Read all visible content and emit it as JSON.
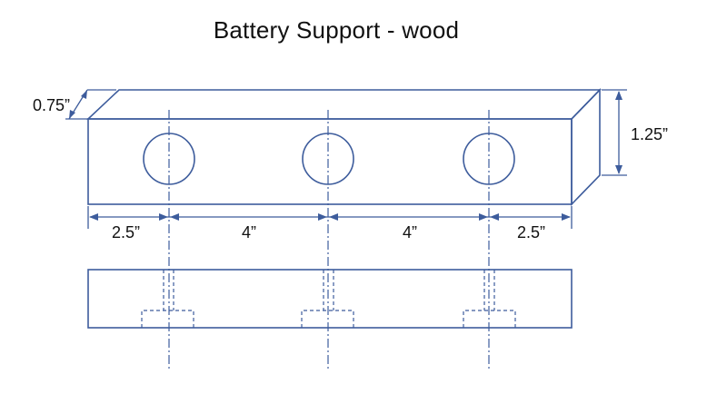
{
  "title": "Battery Support - wood",
  "dimensions": {
    "depth": "0.75”",
    "height": "1.25”",
    "spacing": [
      "2.5”",
      "4”",
      "4”",
      "2.5”"
    ]
  },
  "colors": {
    "line": "#3d5c9c",
    "text": "#111111",
    "background": "#ffffff"
  }
}
